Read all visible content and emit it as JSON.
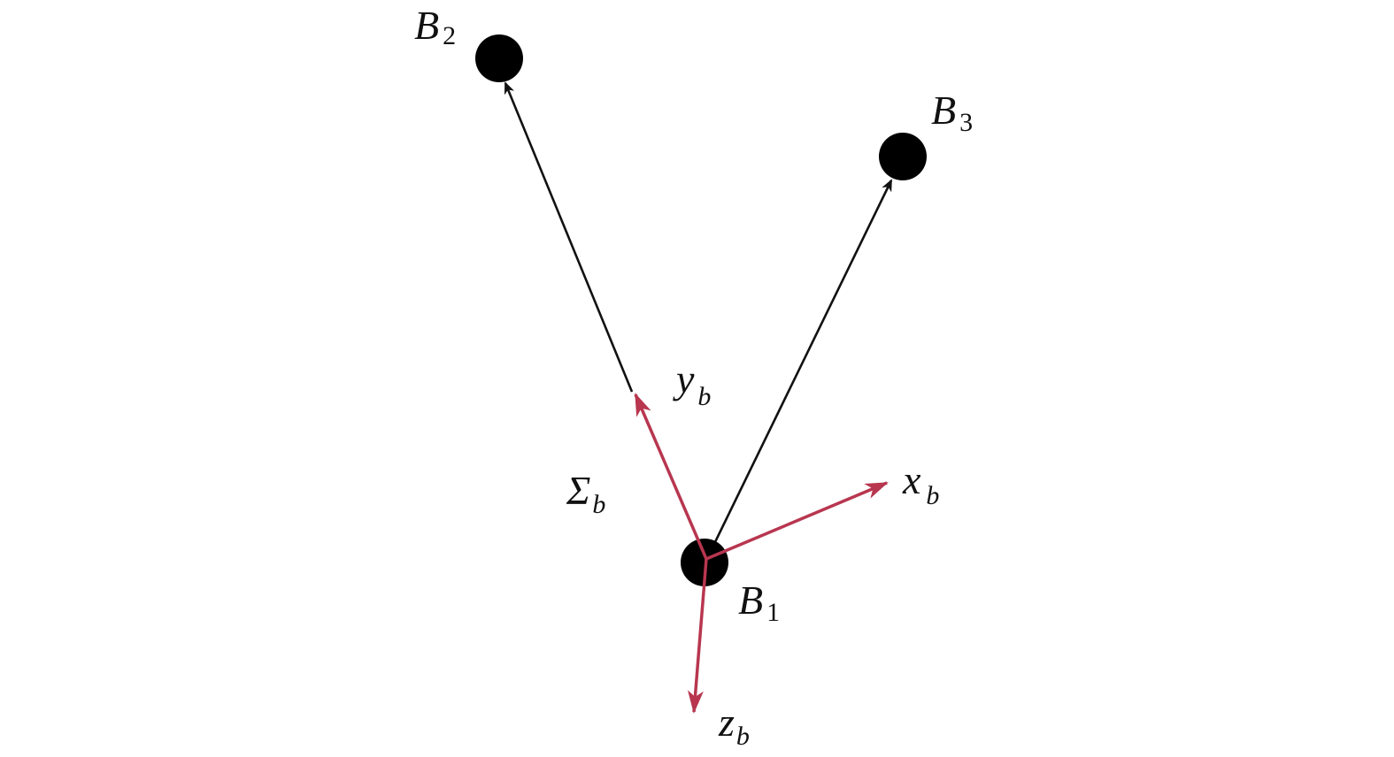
{
  "colors": {
    "background": "#ffffff",
    "vector": "#111111",
    "axis": "#b8364f",
    "point": "#000000"
  },
  "points": {
    "b1": {
      "base": "B",
      "sub": "1"
    },
    "b2": {
      "base": "B",
      "sub": "2"
    },
    "b3": {
      "base": "B",
      "sub": "3"
    }
  },
  "frame": {
    "name": {
      "base": "Σ",
      "sub": "b"
    },
    "axes": {
      "x": {
        "base": "x",
        "sub": "b"
      },
      "y": {
        "base": "y",
        "sub": "b"
      },
      "z": {
        "base": "z",
        "sub": "b"
      }
    }
  }
}
